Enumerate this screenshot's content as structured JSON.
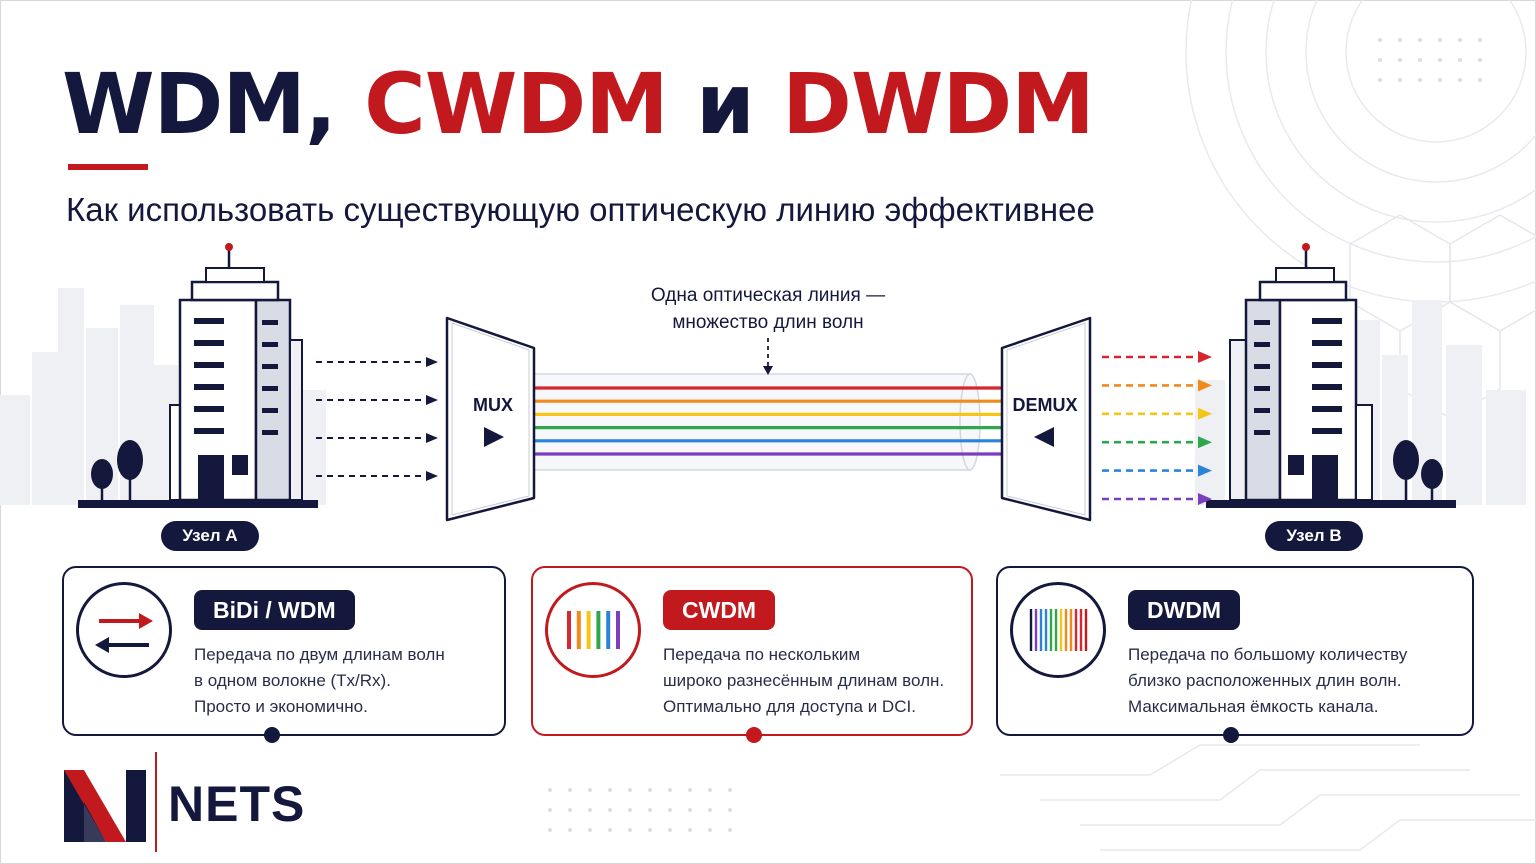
{
  "title": {
    "part1": "WDM,",
    "part2": "CWDM",
    "part3": "и",
    "part4": "DWDM"
  },
  "subtitle": "Как использовать существующую оптическую линию эффективнее",
  "diagram": {
    "line_caption": [
      "Одна оптическая линия —",
      "множество длин волн"
    ],
    "mux_label": "MUX",
    "demux_label": "DEMUX",
    "node_a": "Узел A",
    "node_b": "Узел B",
    "wavelength_colors": [
      "#d7262e",
      "#f08a1c",
      "#f5c518",
      "#2ea84a",
      "#2b84d9",
      "#7b3fbe"
    ],
    "input_arrows": 4,
    "output_arrows": 6
  },
  "cards": [
    {
      "badge": "BiDi / WDM",
      "icon": "bidirectional-arrows-icon",
      "desc": [
        "Передача по двум длинам волн",
        "в одном волокне (Tx/Rx).",
        "Просто и экономично."
      ]
    },
    {
      "badge": "CWDM",
      "icon": "coarse-wavelength-bars-icon",
      "desc": [
        "Передача по нескольким",
        "широко разнесённым длинам волн.",
        "Оптимально для доступа и DCI."
      ]
    },
    {
      "badge": "DWDM",
      "icon": "dense-wavelength-bars-icon",
      "desc": [
        "Передача по большому количеству",
        "близко расположенных длин волн.",
        "Максимальная ёмкость канала."
      ]
    }
  ],
  "logo": {
    "text": "NETS",
    "mark_icon": "nets-n-logo-icon"
  },
  "colors": {
    "navy": "#15183d",
    "red": "#c2191e"
  }
}
